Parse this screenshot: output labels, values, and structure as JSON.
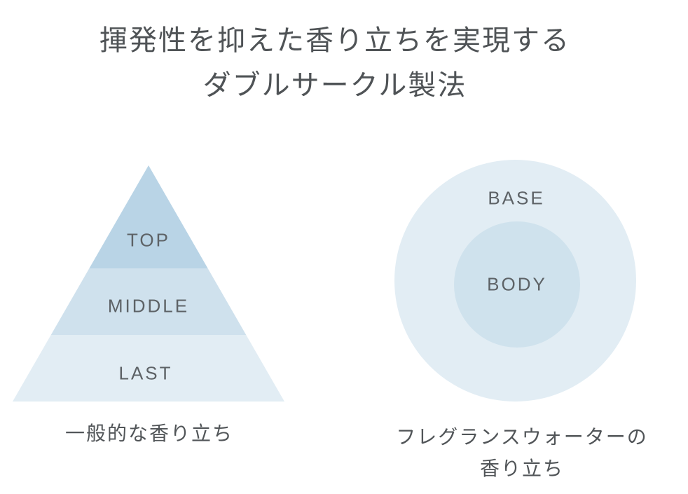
{
  "title": {
    "line1": "揮発性を抑えた香り立ちを実現する",
    "line2": "ダブルサークル製法"
  },
  "pyramid": {
    "levels": [
      {
        "label": "TOP",
        "color": "#b9d4e6"
      },
      {
        "label": "MIDDLE",
        "color": "#cfe1ed"
      },
      {
        "label": "LAST",
        "color": "#e2edf4"
      }
    ],
    "caption": "一般的な香り立ち"
  },
  "double_circle": {
    "outer_label": "BASE",
    "inner_label": "BODY",
    "outer_color": "#e2edf4",
    "inner_color": "#cfe2ed",
    "caption_line1": "フレグランスウォーターの",
    "caption_line2": "香り立ち"
  },
  "colors": {
    "background": "#ffffff",
    "title_text": "#4f5356",
    "label_text": "#5d6266",
    "caption_text": "#515558"
  }
}
